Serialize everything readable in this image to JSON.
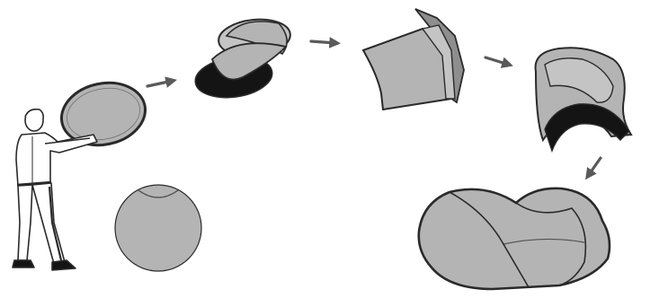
{
  "colors": {
    "background": "#ffffff",
    "fabric": "#b4b4b4",
    "fabric_light": "#c4c4c4",
    "fabric_dark": "#8e8e8e",
    "inside": "#141414",
    "outline": "#2a2a2a",
    "arrow": "#5a5a5a"
  },
  "steps": [
    {
      "name": "hold-open-reflector",
      "order": 1
    },
    {
      "name": "twist-frame",
      "order": 2
    },
    {
      "name": "fold-over",
      "order": 3
    },
    {
      "name": "form-loops",
      "order": 4
    },
    {
      "name": "collapse-loops",
      "order": 5
    },
    {
      "name": "packed-disc",
      "order": 6
    }
  ],
  "arrows": [
    {
      "name": "step-1-to-2",
      "icon": "arrow-right-icon"
    },
    {
      "name": "step-2-to-3",
      "icon": "arrow-right-icon"
    },
    {
      "name": "step-3-to-4",
      "icon": "arrow-right-icon"
    },
    {
      "name": "step-4-to-5",
      "icon": "arrow-down-left-icon"
    }
  ]
}
